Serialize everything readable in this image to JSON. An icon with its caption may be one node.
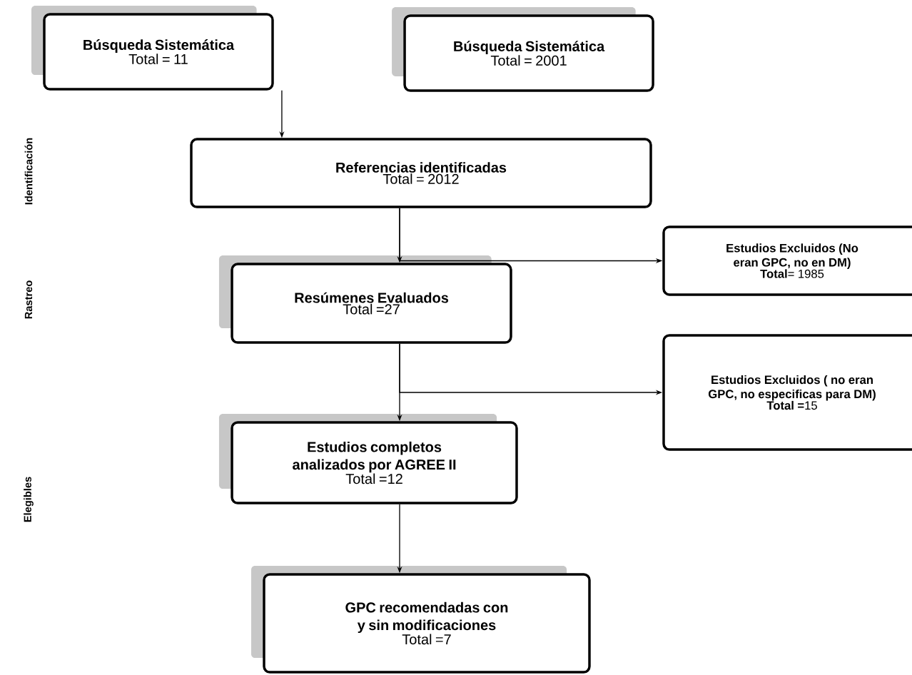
{
  "diagram": {
    "nodes": [
      {
        "text": [
          "Búsqueda Sistemática",
          "Total = 11"
        ]
      },
      {
        "text": [
          "Búsqueda Sistemática",
          "Total = 2001"
        ]
      },
      {
        "text": [
          "Referencias  identificadas",
          "Total = 2012"
        ]
      },
      {
        "text": [
          "Estudios Excluidos (No eran GPC, no en DM)",
          "**Total**= 1985"
        ]
      },
      {
        "text": [
          "Resúmenes Evaluados",
          "Total =27"
        ]
      },
      {
        "text": [
          "Estudios Excluidos ( no eran GPC, no especificas para DM)",
          "**Total =**15"
        ]
      },
      {
        "text": [
          "Estudios completos analizados por AGREE II",
          "Total =12"
        ]
      },
      {
        "text": [
          "GPC recomendadas con y sin modificaciones",
          "Total =7"
        ]
      }
    ],
    "edges": [
      {
        "from": 0,
        "to": 2,
        "arrow": "to"
      },
      {
        "from": 2,
        "to": 4,
        "arrow": "to"
      },
      {
        "from": 2,
        "to": 3,
        "arrow": "to"
      },
      {
        "from": 4,
        "to": 6,
        "arrow": "to"
      },
      {
        "from": 4,
        "to": 5,
        "arrow": "to"
      },
      {
        "from": 6,
        "to": 7,
        "arrow": "to"
      }
    ],
    "labels": [
      "Identificación",
      "Rastreo",
      "Elegibles"
    ]
  }
}
